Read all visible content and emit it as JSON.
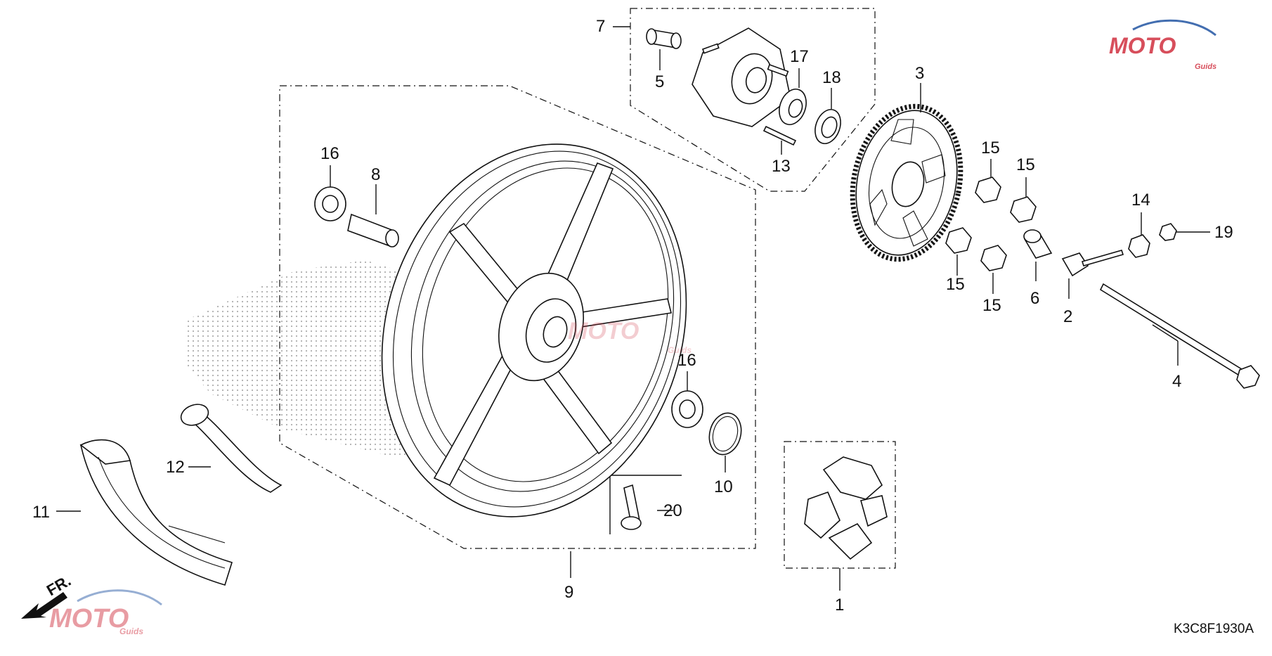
{
  "diagram": {
    "part_code": "K3C8F1930A",
    "direction_label": "FR.",
    "watermark": {
      "brand": "MOTO",
      "sub": "Guids",
      "color": "#d33b4a",
      "accent": "#2f5fa8"
    },
    "callouts": {
      "c1": "1",
      "c2": "2",
      "c3": "3",
      "c4": "4",
      "c5": "5",
      "c6": "6",
      "c7": "7",
      "c8": "8",
      "c9": "9",
      "c10": "10",
      "c11": "11",
      "c12": "12",
      "c13": "13",
      "c14": "14",
      "c15a": "15",
      "c15b": "15",
      "c15c": "15",
      "c15d": "15",
      "c16a": "16",
      "c16b": "16",
      "c17": "17",
      "c18": "18",
      "c19": "19",
      "c20": "20"
    }
  }
}
